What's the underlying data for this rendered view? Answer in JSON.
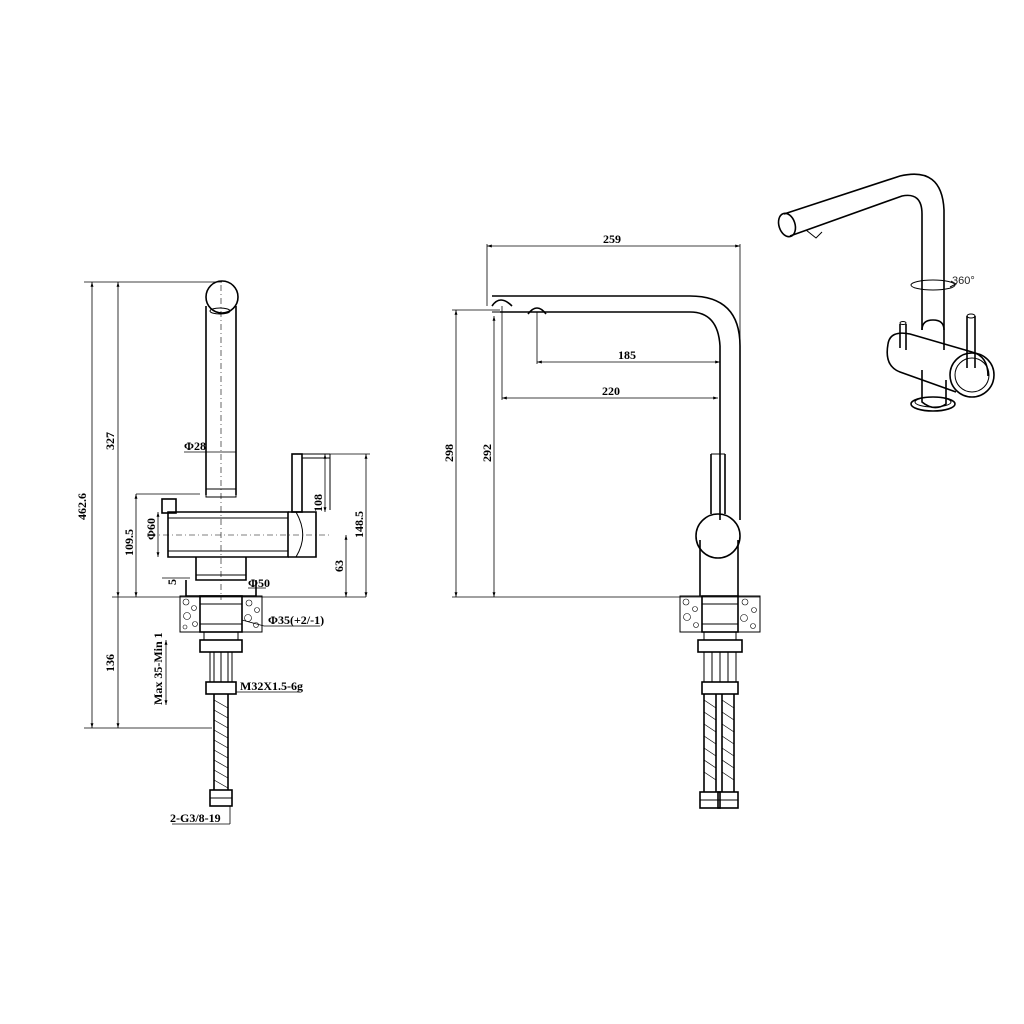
{
  "side_view": {
    "total_height": "462.6",
    "upper_height": "327",
    "lower_height": "136",
    "spout_diameter": "Φ28",
    "body_diameter": "Φ60",
    "body_height": "109.5",
    "handle_height": "108",
    "handle_total": "148.5",
    "base_height": "63",
    "base_gap": "5",
    "base_diameter": "Φ50",
    "hole_diameter": "Φ35(+2/-1)",
    "thickness": "Max 35-Min 1",
    "thread": "M32X1.5-6g",
    "hose_connection": "2-G3/8-19"
  },
  "front_view": {
    "reach_total": "259",
    "reach_inner": "185",
    "reach_outer": "220",
    "height_outer": "298",
    "height_inner": "292"
  },
  "iso_view": {
    "rotation": "360°"
  }
}
